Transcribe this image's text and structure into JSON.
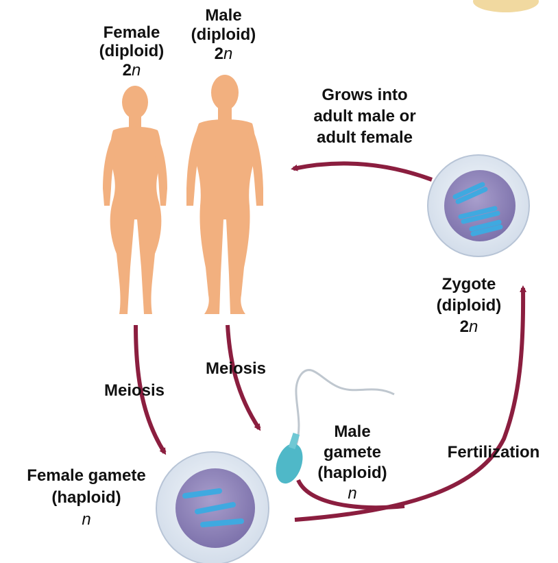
{
  "colors": {
    "body": "#F2B07F",
    "arrow": "#8B1E3F",
    "cell_outer": "#E4ECF5",
    "nucleus": "#8E84B8",
    "chromosome": "#3FA9E0",
    "sperm": "#4FB8C8",
    "text": "#111111"
  },
  "labels": {
    "female": {
      "line1": "Female",
      "line2": "(diploid)",
      "ploidy_num": "2",
      "ploidy_var": "n"
    },
    "male": {
      "line1": "Male",
      "line2": "(diploid)",
      "ploidy_num": "2",
      "ploidy_var": "n"
    },
    "grows": {
      "line1": "Grows into",
      "line2": "adult male or",
      "line3": "adult female"
    },
    "zygote": {
      "line1": "Zygote",
      "line2": "(diploid)",
      "ploidy_num": "2",
      "ploidy_var": "n"
    },
    "meiosis_left": "Meiosis",
    "meiosis_right": "Meiosis",
    "male_gamete": {
      "line1": "Male",
      "line2": "gamete",
      "line3": "(haploid)",
      "ploidy_var": "n"
    },
    "fertilization": "Fertilization",
    "female_gamete": {
      "line1": "Female gamete",
      "line2": "(haploid)",
      "ploidy_var": "n"
    }
  }
}
